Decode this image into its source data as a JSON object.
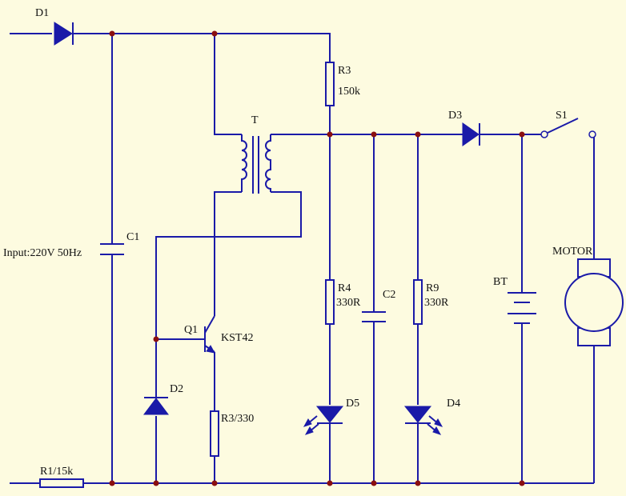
{
  "labels": {
    "d1": "D1",
    "c1": "C1",
    "input": "Input:220V 50Hz",
    "r1": "R1/15k",
    "t": "T",
    "q1": "Q1",
    "q1_part": "KST42",
    "d2": "D2",
    "r3_emitter": "R3/330",
    "r3": "R3",
    "r3_value": "150k",
    "r4": "R4",
    "r4_value": "330R",
    "c2": "C2",
    "d5": "D5",
    "r9": "R9",
    "r9_value": "330R",
    "d4": "D4",
    "d3": "D3",
    "s1": "S1",
    "bt": "BT",
    "motor": "MOTOR"
  },
  "colors": {
    "background": "#fdfbe0",
    "wire": "#1a1aa8",
    "junction": "#8a1010",
    "text": "#111111"
  }
}
